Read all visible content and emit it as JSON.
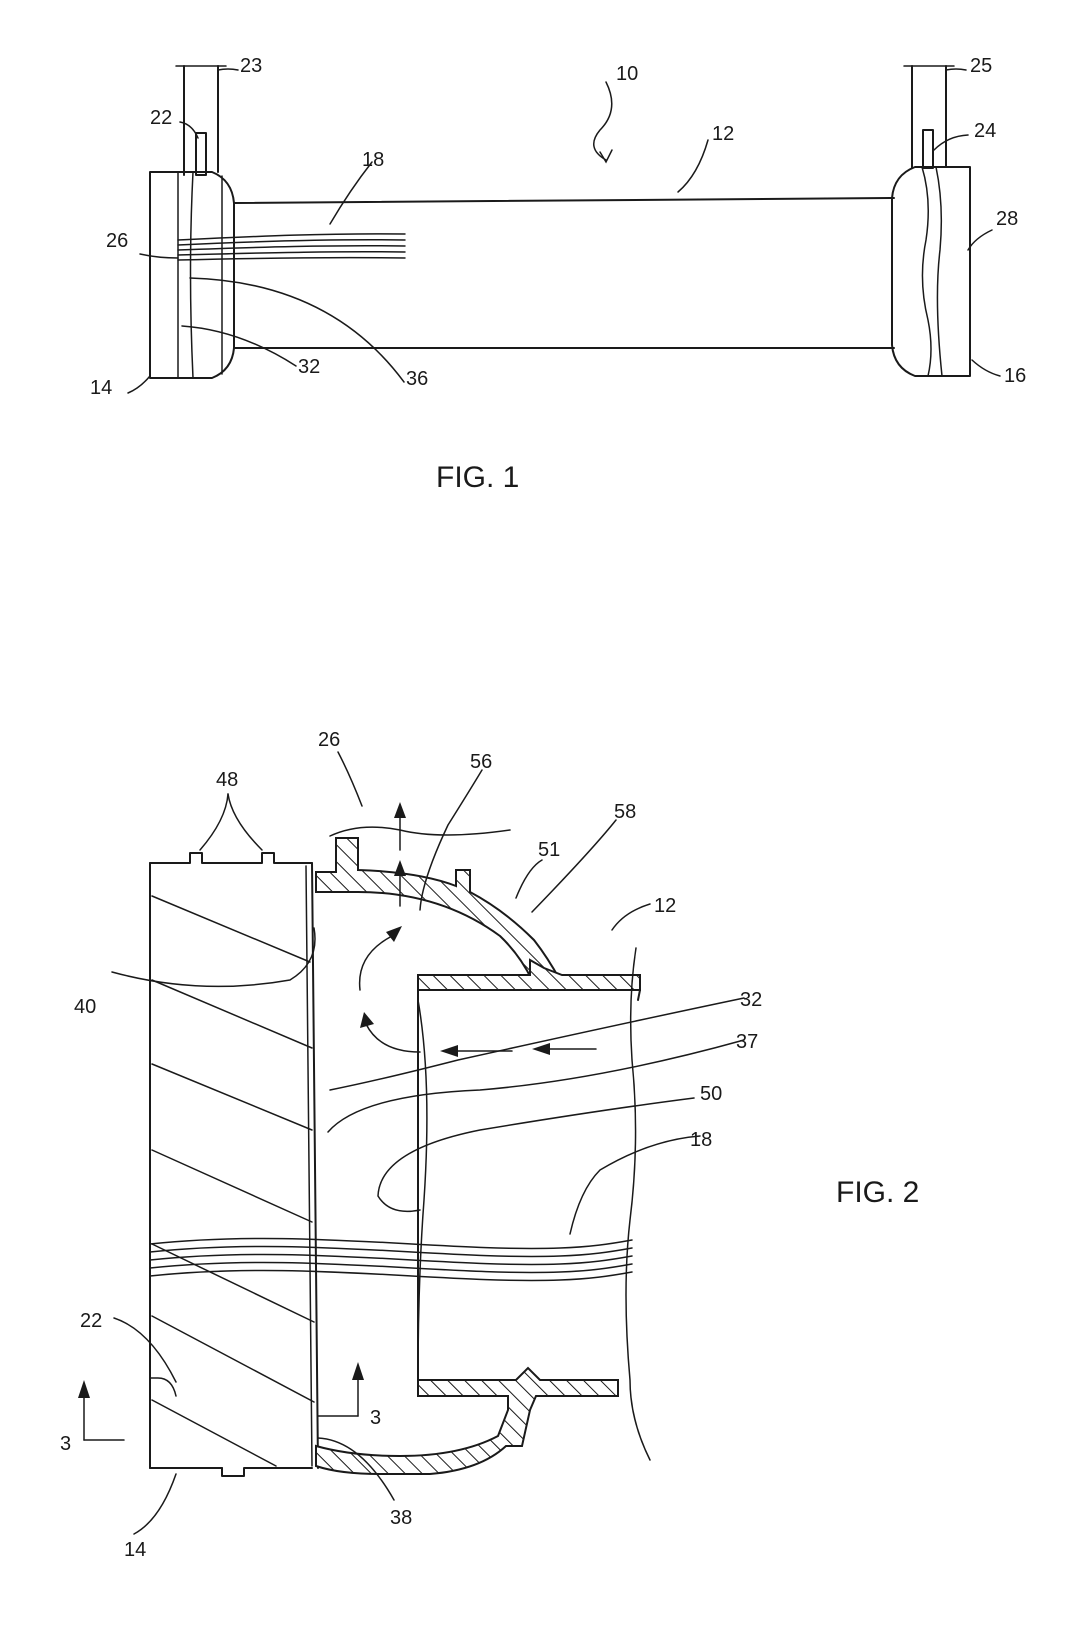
{
  "figures": [
    {
      "caption": "FIG. 1",
      "labels": [
        "10",
        "12",
        "14",
        "16",
        "18",
        "22",
        "23",
        "24",
        "25",
        "26",
        "28",
        "32",
        "36"
      ]
    },
    {
      "caption": "FIG. 2",
      "labels": [
        "12",
        "14",
        "18",
        "22",
        "26",
        "32",
        "37",
        "38",
        "40",
        "48",
        "50",
        "51",
        "56",
        "58",
        "3",
        "3"
      ]
    }
  ]
}
